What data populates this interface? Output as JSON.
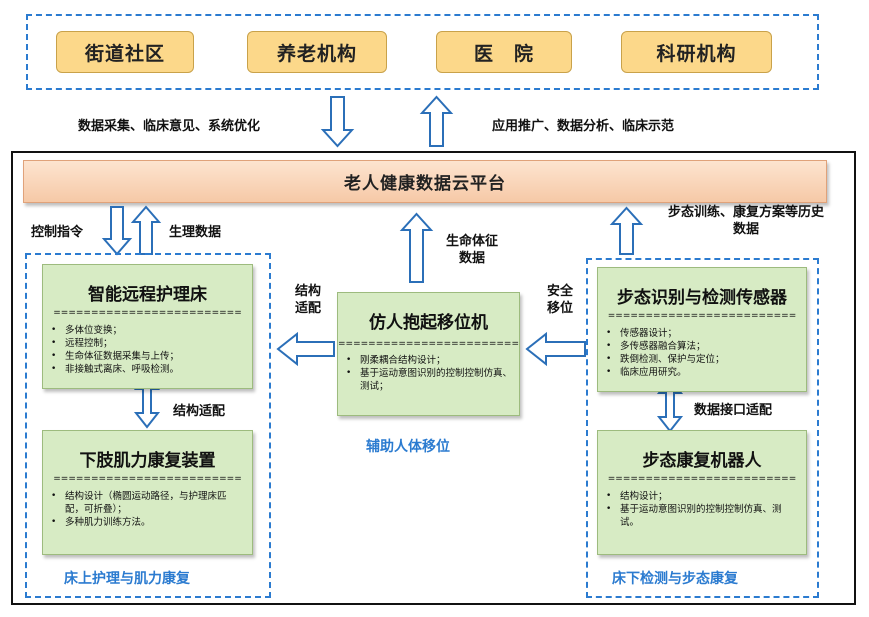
{
  "top_institutions": [
    "街道社区",
    "养老机构",
    "医　院",
    "科研机构"
  ],
  "top_labels": {
    "left": "数据采集、临床意见、系统优化",
    "right": "应用推广、数据分析、临床示范"
  },
  "platform": {
    "title": "老人健康数据云平台"
  },
  "edge_labels": {
    "control": "控制指令",
    "physio": "生理数据",
    "vital": "生命体征\n数据",
    "gait_history": "步态训练、康复方案等历史\n数据",
    "struct_adapt": "结构\n适配",
    "safe_move": "安全\n移位",
    "struct_adapt2": "结构适配",
    "data_iface": "数据接口适配"
  },
  "separator": "=========================",
  "boxes": {
    "bed": {
      "title": "智能远程护理床",
      "items": [
        "多体位变换；",
        "远程控制；",
        "生命体征数据采集与上传；",
        "非接触式离床、呼吸检测。"
      ]
    },
    "limb": {
      "title": "下肢肌力康复装置",
      "items": [
        "结构设计（椭圆运动路径，与护理床匹配，可折叠）；",
        "多种肌力训练方法。"
      ]
    },
    "transfer": {
      "title": "仿人抱起移位机",
      "items": [
        "刚柔耦合结构设计；",
        "基于运动意图识别的控制控制仿真、测试；"
      ]
    },
    "sensor": {
      "title": "步态识别与检测传感器",
      "items": [
        "传感器设计；",
        "多传感器融合算法；",
        "跌倒检测、保护与定位；",
        "临床应用研究。"
      ]
    },
    "robot": {
      "title": "步态康复机器人",
      "items": [
        "结构设计；",
        "基于运动意图识别的控制控制仿真、测试。"
      ]
    }
  },
  "group_labels": {
    "left": "床上护理与肌力康复",
    "center": "辅助人体移位",
    "right": "床下检测与步态康复"
  }
}
